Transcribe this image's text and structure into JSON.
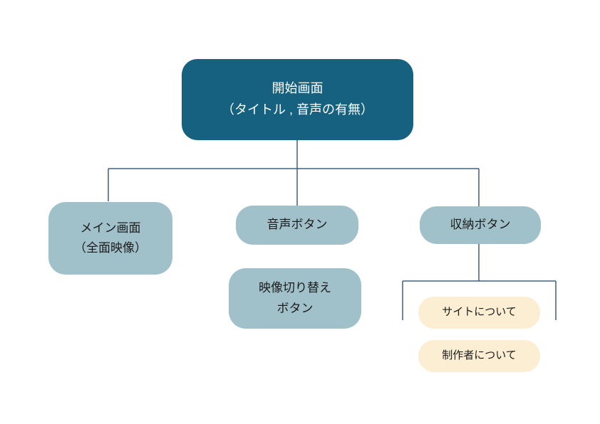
{
  "diagram": {
    "title": "screen flow diagram",
    "root": {
      "label": "開始画面\n（タイトル , 音声の有無）"
    },
    "level1": [
      {
        "label": "メイン画面\n（全面映像）"
      },
      {
        "label": "音声ボタン"
      },
      {
        "label": "収納ボタン"
      }
    ],
    "level2_center": {
      "label": "映像切り替え\nボタン"
    },
    "level2_right": [
      {
        "label": "サイトについて"
      },
      {
        "label": "制作者について"
      }
    ],
    "colors": {
      "background": "#ffffff",
      "root_bg": "#15617f",
      "root_text": "#ffffff",
      "child_bg": "#a0c0ca",
      "leaf_bg": "#fceed3",
      "node_text": "#1c1c1c",
      "line": "#3f5e7e"
    }
  }
}
